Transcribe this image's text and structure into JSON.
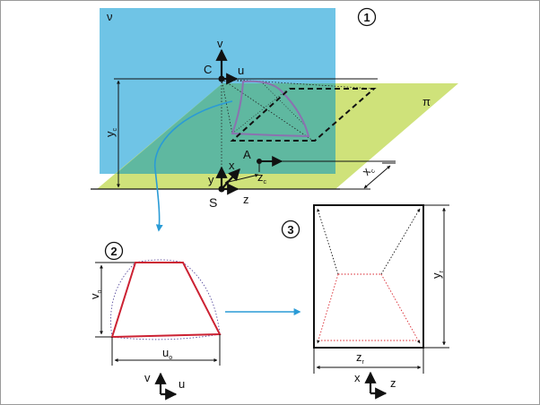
{
  "colors": {
    "plane_nu": "#6fc4e6",
    "plane_pi": "#cfe27a",
    "overlap": "#5fb8a0",
    "curve_blue": "#2a9bd6",
    "patch_purple": "#8b72b0",
    "red_solid": "#cc2233",
    "red_dotted": "#d9262e",
    "black": "#111111"
  },
  "panel1": {
    "number": "1",
    "plane_v_label": "ν",
    "plane_pi_label": "π",
    "point_C": "C",
    "axis_v": "v",
    "axis_u": "u",
    "dim_y": "y",
    "dim_y_sub": "c",
    "point_A": "A",
    "axis_x": "x",
    "axis_y": "y",
    "axis_z": "z",
    "dim_z": "z",
    "dim_z_sub": "c",
    "point_S": "S",
    "dim_x": "x",
    "dim_x_sub": "c"
  },
  "panel2": {
    "number": "2",
    "dim_v": "v",
    "dim_v_sub": "o",
    "dim_u": "u",
    "dim_u_sub": "o",
    "axis_v": "v",
    "axis_u": "u"
  },
  "panel3": {
    "number": "3",
    "dim_y": "y",
    "dim_y_sub": "r",
    "dim_z": "z",
    "dim_z_sub": "r",
    "axis_x": "x",
    "axis_z": "z"
  }
}
